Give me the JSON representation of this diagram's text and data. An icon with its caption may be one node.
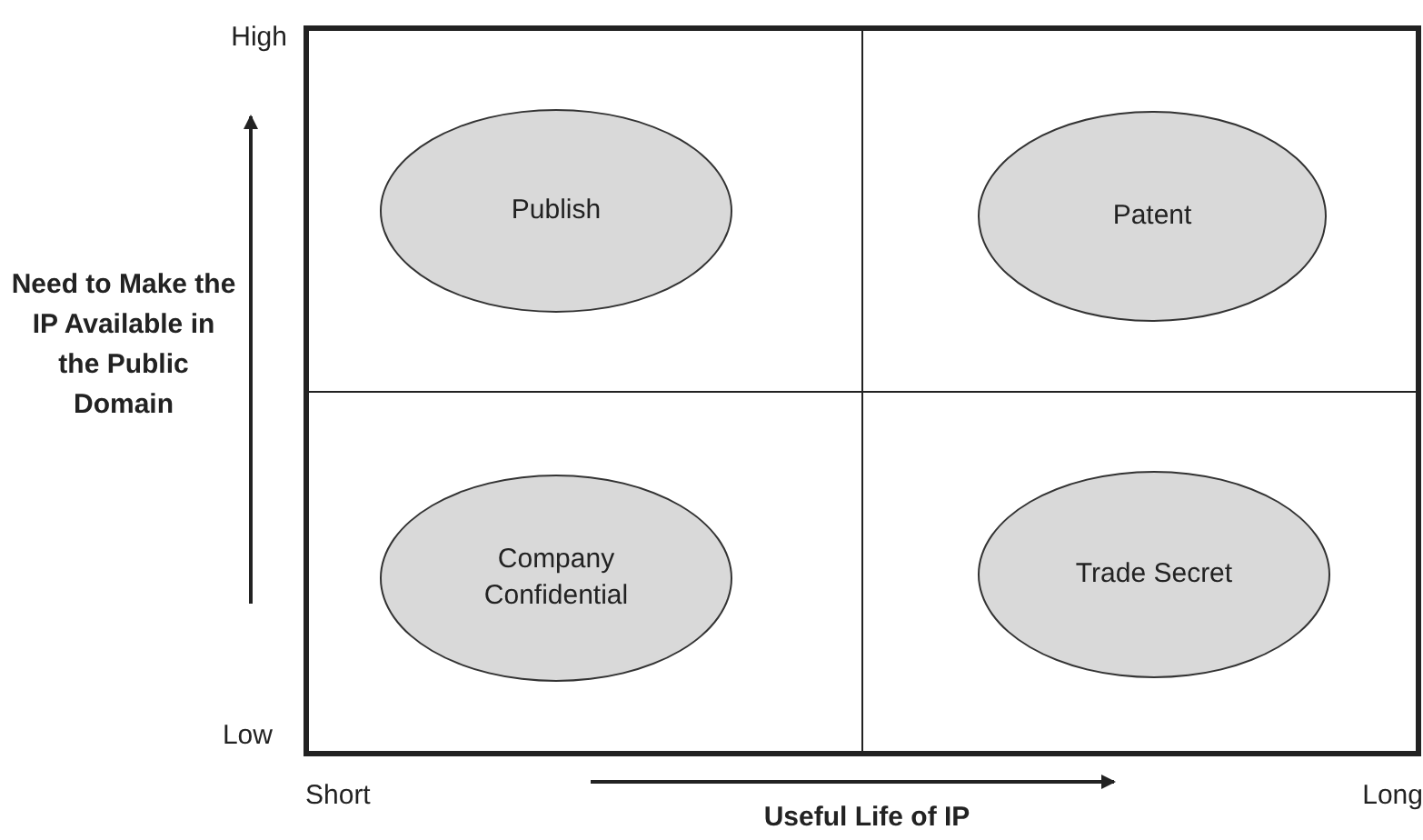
{
  "diagram": {
    "nodes": [
      {
        "text": [
          "Publish"
        ]
      },
      {
        "text": [
          "Patent"
        ]
      },
      {
        "text": [
          "Company Confidential"
        ]
      },
      {
        "text": [
          "Trade Secret"
        ]
      }
    ],
    "labels": [
      "High",
      "Need to Make the IP Available in the Public Domain",
      "Low",
      "Short",
      "Useful Life of IP",
      "Long"
    ]
  }
}
